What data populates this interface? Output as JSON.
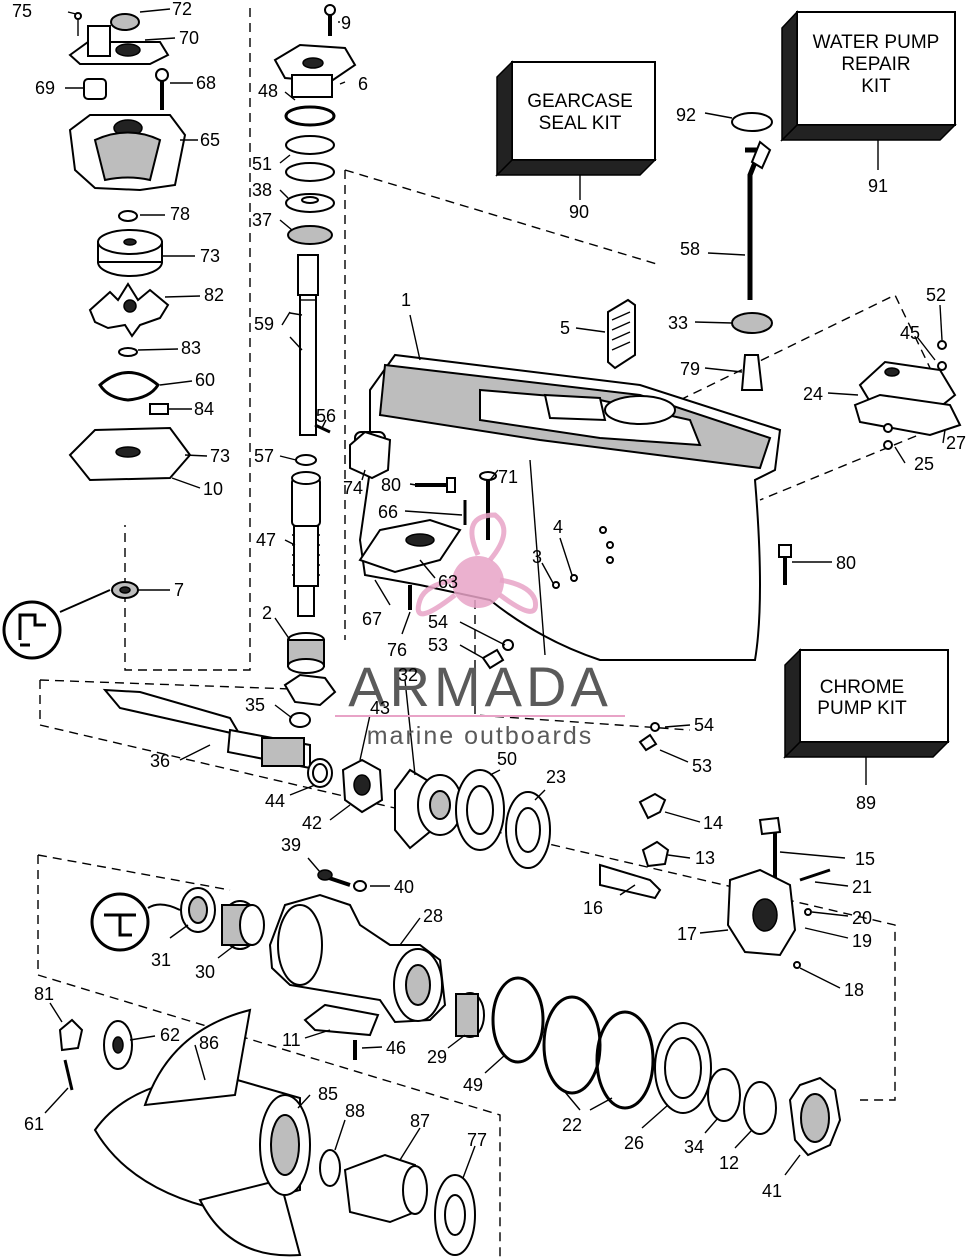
{
  "kits": {
    "water_pump": {
      "lines": [
        "WATER PUMP",
        "REPAIR",
        "KIT"
      ],
      "part": "91"
    },
    "gearcase_seal": {
      "lines": [
        "GEARCASE",
        "SEAL KIT"
      ],
      "part": "90"
    },
    "chrome_pump": {
      "lines": [
        "CHROME",
        "PUMP KIT"
      ],
      "part": "89"
    }
  },
  "watermark": {
    "brand": "ARMADA",
    "tagline": "marine outboards"
  },
  "labels": {
    "p75": "75",
    "p72": "72",
    "p70": "70",
    "p69": "69",
    "p68": "68",
    "p65": "65",
    "p78": "78",
    "p73a": "73",
    "p82": "82",
    "p83": "83",
    "p60": "60",
    "p84": "84",
    "p73b": "73",
    "p10": "10",
    "p7": "7",
    "p9": "9",
    "p6": "6",
    "p48": "48",
    "p51": "51",
    "p38": "38",
    "p37": "37",
    "p59": "59",
    "p56": "56",
    "p57": "57",
    "p47": "47",
    "p2": "2",
    "p35": "35",
    "p32": "32",
    "p43": "43",
    "p36": "36",
    "p44": "44",
    "p42": "42",
    "p50": "50",
    "p23": "23",
    "p92": "92",
    "p58": "58",
    "p5": "5",
    "p33": "33",
    "p79": "79",
    "p1": "1",
    "p52": "52",
    "p45": "45",
    "p24": "24",
    "p25": "25",
    "p27": "27",
    "p80a": "80",
    "p71": "71",
    "p66": "66",
    "p74": "74",
    "p4": "4",
    "p3": "3",
    "p63": "63",
    "p67": "67",
    "p76": "76",
    "p54a": "54",
    "p53a": "53",
    "p80b": "80",
    "p54b": "54",
    "p53b": "53",
    "p14": "14",
    "p13": "13",
    "p15": "15",
    "p16": "16",
    "p21": "21",
    "p20": "20",
    "p19": "19",
    "p17": "17",
    "p18": "18",
    "p39": "39",
    "p40": "40",
    "p28": "28",
    "p31": "31",
    "p30": "30",
    "p11": "11",
    "p46": "46",
    "p29": "29",
    "p49": "49",
    "p22": "22",
    "p26": "26",
    "p34": "34",
    "p12": "12",
    "p41": "41",
    "p81": "81",
    "p62": "62",
    "p86": "86",
    "p61": "61",
    "p85": "85",
    "p88": "88",
    "p87": "87",
    "p77": "77"
  },
  "colors": {
    "ink": "#000000",
    "watermark_pink": "#e8a3c7",
    "watermark_grey": "#5a5a5a"
  }
}
